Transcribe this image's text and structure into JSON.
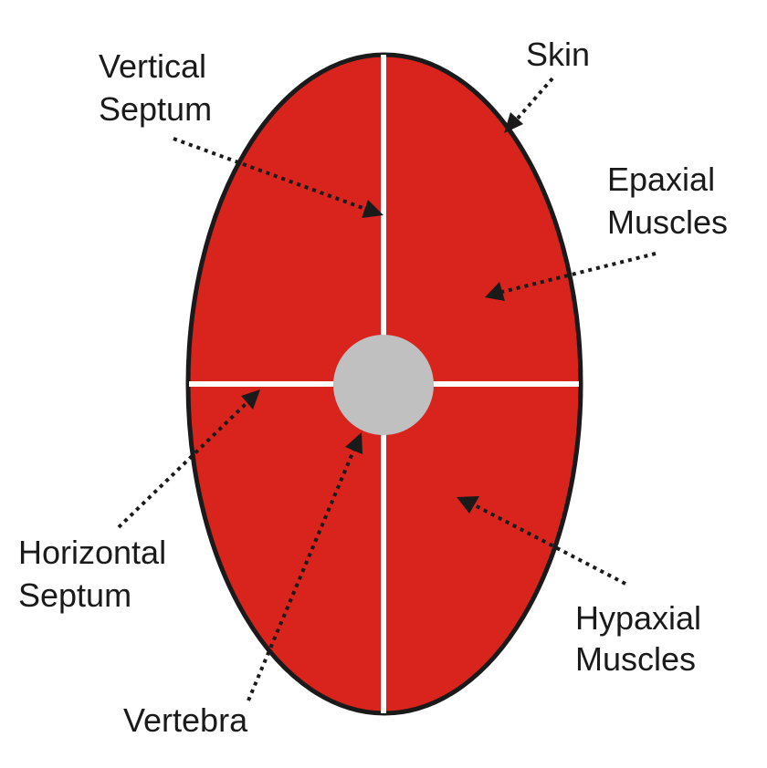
{
  "colors": {
    "muscle": "#d9241e",
    "skin": "#1a1a1a",
    "septum": "#ffffff",
    "vertebra": "#c0c0c0",
    "arrow": "#1a1a1a"
  },
  "labels": {
    "vertical_septum": [
      "Vertical",
      "Septum"
    ],
    "skin": [
      "Skin"
    ],
    "epaxial_muscles": [
      "Epaxial",
      "Muscles"
    ],
    "horizontal_septum": [
      "Horizontal",
      "Septum"
    ],
    "vertebra": [
      "Vertebra"
    ],
    "hypaxial_muscles": [
      "Hypaxial",
      "Muscles"
    ]
  }
}
